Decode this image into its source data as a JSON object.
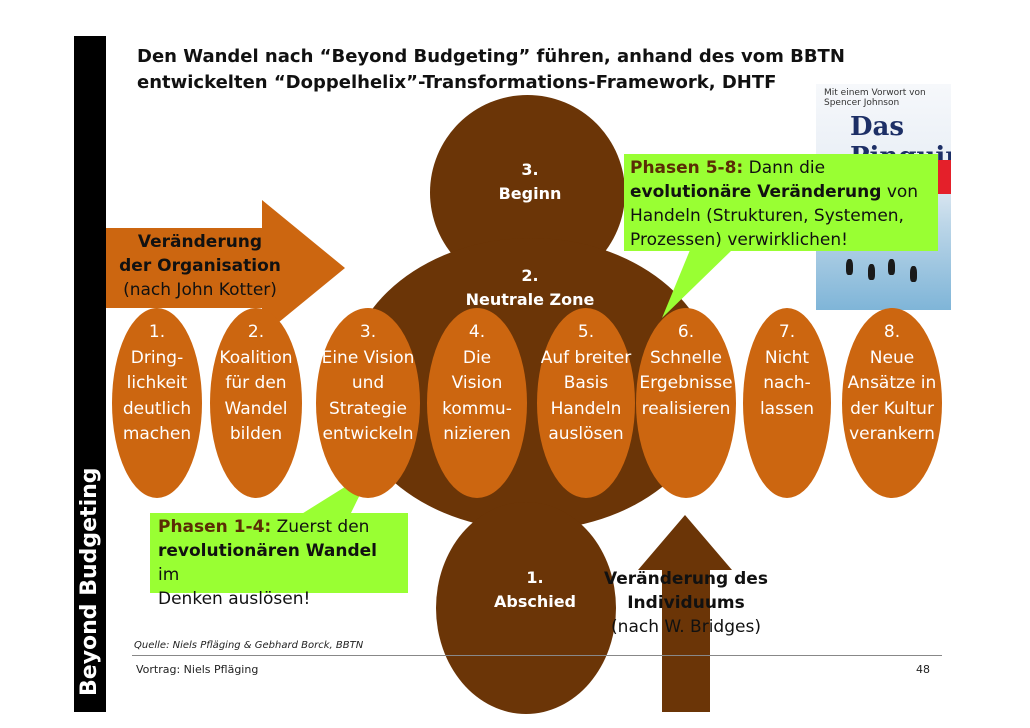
{
  "sidebar": {
    "label": "Beyond Budgeting"
  },
  "title": {
    "line1": "Den Wandel nach “Beyond Budgeting” führen, anhand des vom BBTN",
    "line2": "entwickelten “Doppelhelix”-Transformations-Framework, DHTF"
  },
  "book": {
    "top_text": "Mit einem Vorwort von Spencer Johnson",
    "title": "Das Pinguin-"
  },
  "zones": {
    "beginn": {
      "num": "3.",
      "label": "Beginn"
    },
    "neutral": {
      "num": "2.",
      "label": "Neutrale Zone"
    },
    "abschied": {
      "num": "1.",
      "label": "Abschied"
    }
  },
  "org_arrow": {
    "line1": "Veränderung",
    "line2": "der Organisation",
    "line3": "(nach John Kotter)"
  },
  "ind_arrow": {
    "line1": "Veränderung des",
    "line2": "Individuums",
    "line3": "(nach W. Bridges)"
  },
  "steps": [
    {
      "num": "1.",
      "lines": [
        "Dring-",
        "lichkeit",
        "deutlich",
        "machen"
      ]
    },
    {
      "num": "2.",
      "lines": [
        "Koalition",
        "für den",
        "Wandel",
        "bilden"
      ]
    },
    {
      "num": "3.",
      "lines": [
        "Eine Vision",
        "und",
        "Strategie",
        "entwickeln"
      ]
    },
    {
      "num": "4.",
      "lines": [
        "Die",
        "Vision",
        "kommu-",
        "nizieren"
      ]
    },
    {
      "num": "5.",
      "lines": [
        "Auf breiter",
        "Basis",
        "Handeln",
        "auslösen"
      ]
    },
    {
      "num": "6.",
      "lines": [
        "Schnelle",
        "Ergebnisse",
        "realisieren",
        ""
      ]
    },
    {
      "num": "7.",
      "lines": [
        "Nicht",
        "nach-",
        "lassen",
        ""
      ]
    },
    {
      "num": "8.",
      "lines": [
        "Neue",
        "Ansätze in",
        "der Kultur",
        "verankern"
      ]
    }
  ],
  "bubble_top": {
    "prefix": "Phasen 5-8:",
    "text1": " Dann die",
    "bold": "evolutionäre Veränderung",
    "text2": " von",
    "line3": "Handeln (Strukturen, Systemen,",
    "line4": "Prozessen) verwirklichen!"
  },
  "bubble_bottom": {
    "prefix": "Phasen 1-4:",
    "text1": " Zuerst den",
    "bold": "revolutionären Wandel",
    "text2": " im",
    "line3": "Denken auslösen!"
  },
  "source": "Quelle: Niels Pfläging & Gebhard Borck, BBTN",
  "footer": {
    "left": "Vortrag: Niels Pfläging",
    "page": "48"
  },
  "colors": {
    "dark_brown": "#6b3507",
    "orange": "#cc6610",
    "lime": "#99ff33",
    "sidebar": "#000000"
  }
}
